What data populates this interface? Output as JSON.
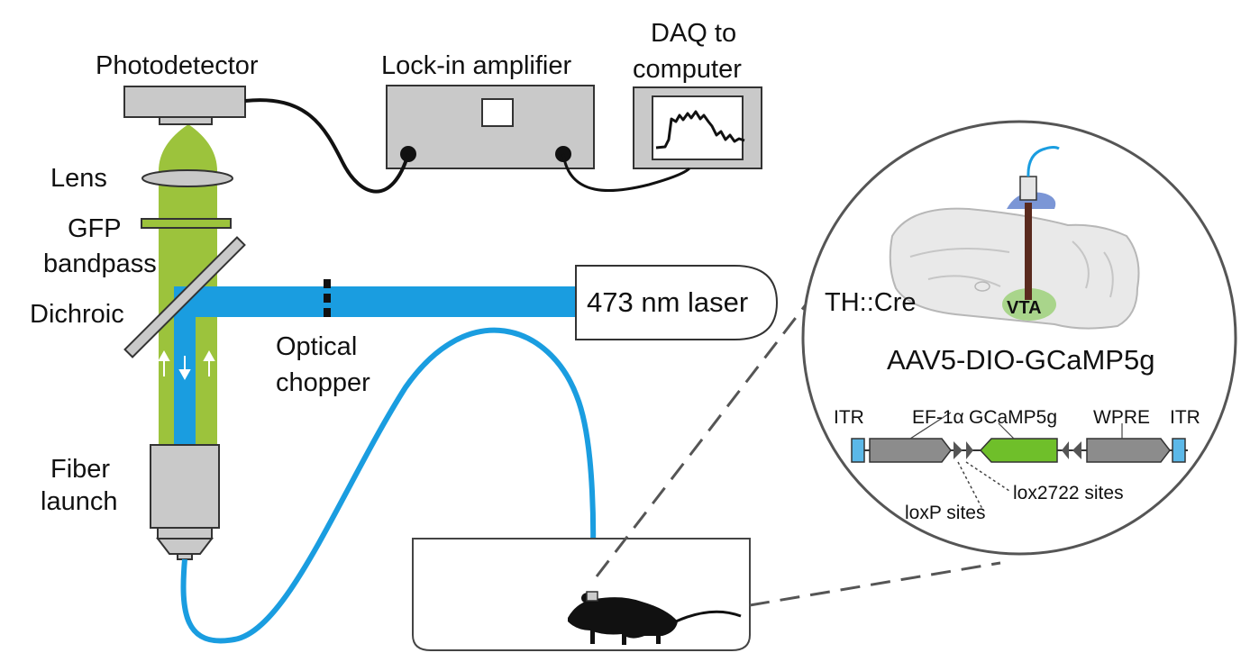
{
  "labels": {
    "photodetector": "Photodetector",
    "lockin": "Lock-in amplifier",
    "daq_line1": "DAQ to",
    "daq_line2": "computer",
    "lens": "Lens",
    "gfp_line1": "GFP",
    "gfp_line2": "bandpass",
    "dichroic": "Dichroic",
    "chopper_line1": "Optical",
    "chopper_line2": "chopper",
    "laser": "473 nm laser",
    "fiber_line1": "Fiber",
    "fiber_line2": "launch",
    "thcre": "TH::Cre",
    "vta": "VTA",
    "aav": "AAV5-DIO-GCaMP5g",
    "itr_left": "ITR",
    "ef1a": "EF-1α",
    "gcamp": "GCaMP5g",
    "wpre": "WPRE",
    "itr_right": "ITR",
    "lox2722": "lox2722 sites",
    "loxp": "loxP sites"
  },
  "colors": {
    "laser_blue": "#1a9de0",
    "gfp_green": "#9cc33c",
    "gcamp_green": "#6fbf2a",
    "itr_blue": "#5bb8e8",
    "device_gray": "#c9c9c9",
    "outline": "#333333",
    "mouse": "#111111",
    "dashed_zoom": "#555555"
  },
  "icons": {
    "up_arrow": "up-arrow-icon",
    "down_arrow": "down-arrow-icon",
    "mouse": "mouse-icon",
    "brain": "brain-icon"
  }
}
